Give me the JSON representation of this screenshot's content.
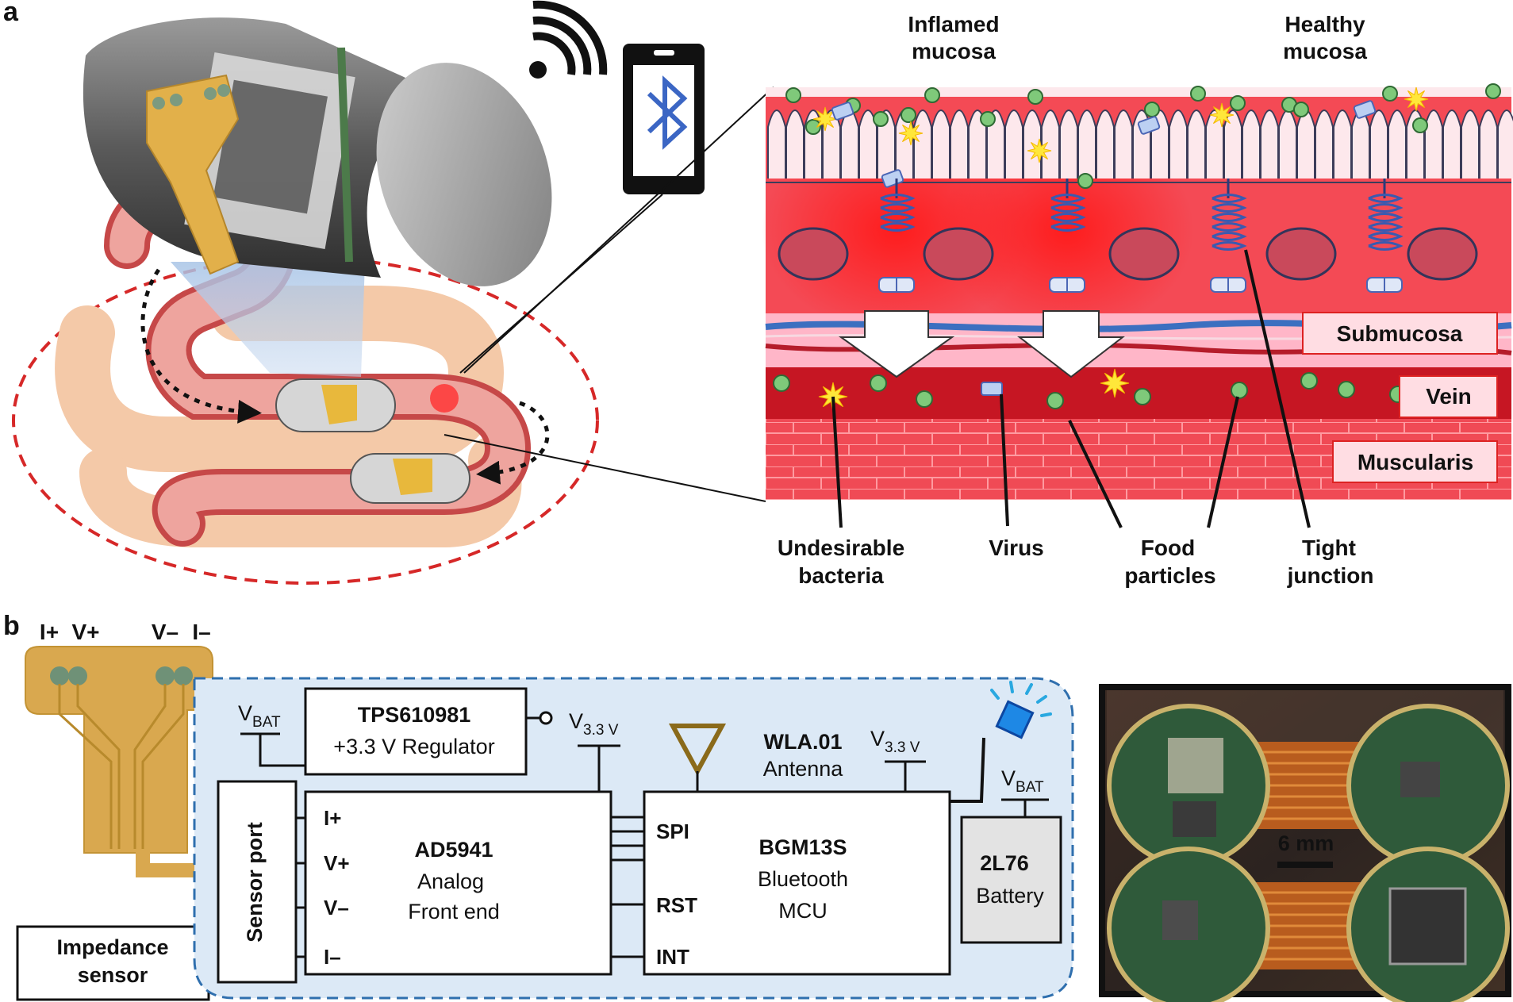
{
  "panel_a": {
    "letter": "a",
    "inflamed_label": [
      "Inflamed",
      "mucosa"
    ],
    "healthy_label": [
      "Healthy",
      "mucosa"
    ],
    "layers": {
      "submucosa": "Submucosa",
      "vein": "Vein",
      "muscularis": "Muscularis"
    },
    "callouts": {
      "bacteria": [
        "Undesirable",
        "bacteria"
      ],
      "virus": "Virus",
      "food": [
        "Food",
        "particles"
      ],
      "tight": [
        "Tight",
        "junction"
      ]
    },
    "icons": [
      "wifi-icon",
      "bluetooth-icon",
      "smartphone-icon",
      "capsule-icon"
    ]
  },
  "panel_b": {
    "letter": "b",
    "electrodes": {
      "i_plus": "I+",
      "v_plus": "V+",
      "v_minus": "V–",
      "i_minus": "I–"
    },
    "impedance_sensor": [
      "Impedance",
      "sensor"
    ],
    "sensor_port": "Sensor port",
    "regulator": {
      "name": "TPS610981",
      "desc": "+3.3 V Regulator"
    },
    "vbat_main": "V",
    "vbat_sub": "BAT",
    "v33_main": "V",
    "v33_sub": "3.3 V",
    "afe": {
      "name": "AD5941",
      "desc1": "Analog",
      "desc2": "Front end",
      "pins": [
        "I+",
        "V+",
        "V–",
        "I–"
      ]
    },
    "antenna": {
      "name": "WLA.01",
      "desc": "Antenna"
    },
    "mcu": {
      "name": "BGM13S",
      "desc1": "Bluetooth",
      "desc2": "MCU",
      "pins": [
        "SPI",
        "RST",
        "INT"
      ]
    },
    "battery": {
      "name": "2L76",
      "desc": "Battery"
    },
    "scale_bar": "6 mm",
    "colors": {
      "dashed_box": "#2f6fae",
      "box_fill": "#dce9f6",
      "sensor_gold": "#d9a84f"
    }
  }
}
